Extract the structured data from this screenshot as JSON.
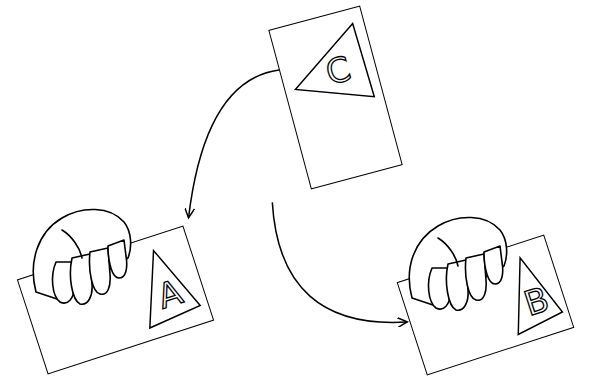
{
  "diagram": {
    "nodes": [
      {
        "text": [
          "C"
        ]
      },
      {
        "text": [
          "A"
        ]
      },
      {
        "text": [
          "B"
        ]
      }
    ],
    "edges": [
      {
        "from": 0,
        "to": 1,
        "arrow": "to"
      },
      {
        "from": 0,
        "to": 2,
        "arrow": "to"
      }
    ]
  }
}
